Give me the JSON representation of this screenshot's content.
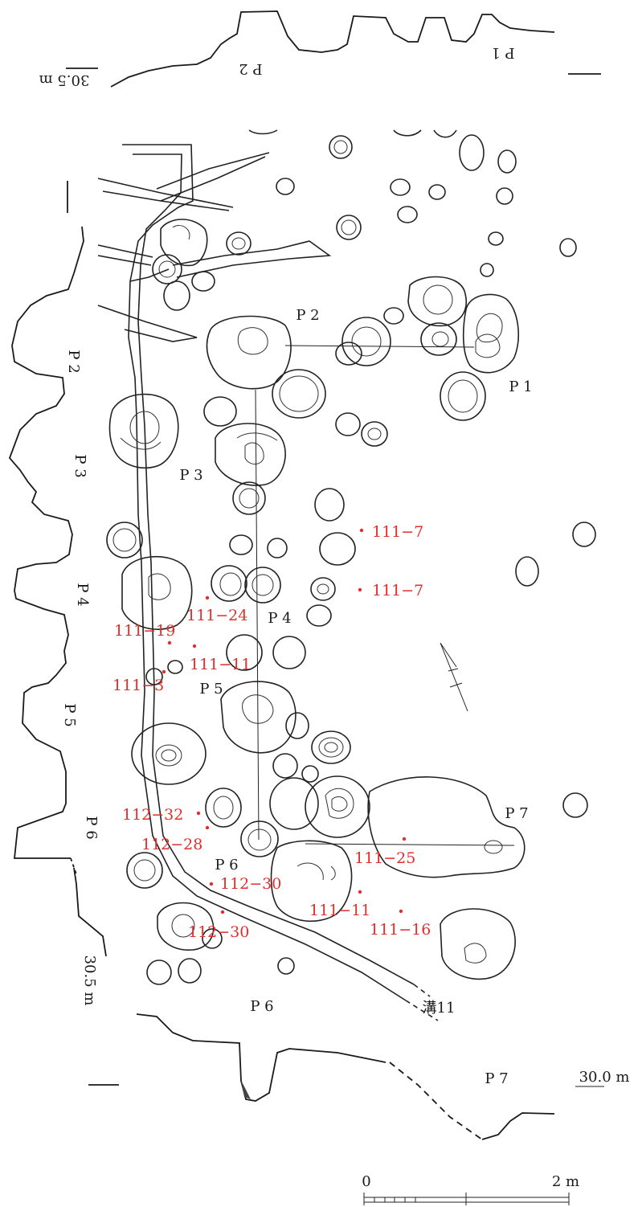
{
  "labels": {
    "p1": "P 1",
    "p2": "P 2",
    "p3": "P 3",
    "p4": "P 4",
    "p5": "P 5",
    "p6": "P 6",
    "p7": "P 7",
    "p1_top": "P 1",
    "p2_top": "P 2",
    "p2_side": "P 2",
    "p3_side": "P 3",
    "p4_side": "P 4",
    "p5_side": "P 5",
    "p6_side": "P 6",
    "p6_bottom": "P 6",
    "p7_bottom": "P 7",
    "ditch": "溝11"
  },
  "elevations": {
    "top": "30.5 m",
    "side": "30.5 m",
    "bottom": "30.0 m"
  },
  "find_labels": [
    "111−7",
    "111−7",
    "111−24",
    "111−19",
    "111−11",
    "111−3",
    "112−32",
    "112−28",
    "112−30",
    "112−30",
    "111−25",
    "111−11",
    "111−16"
  ],
  "scale_bar": {
    "start": "0",
    "end": "2 m"
  }
}
